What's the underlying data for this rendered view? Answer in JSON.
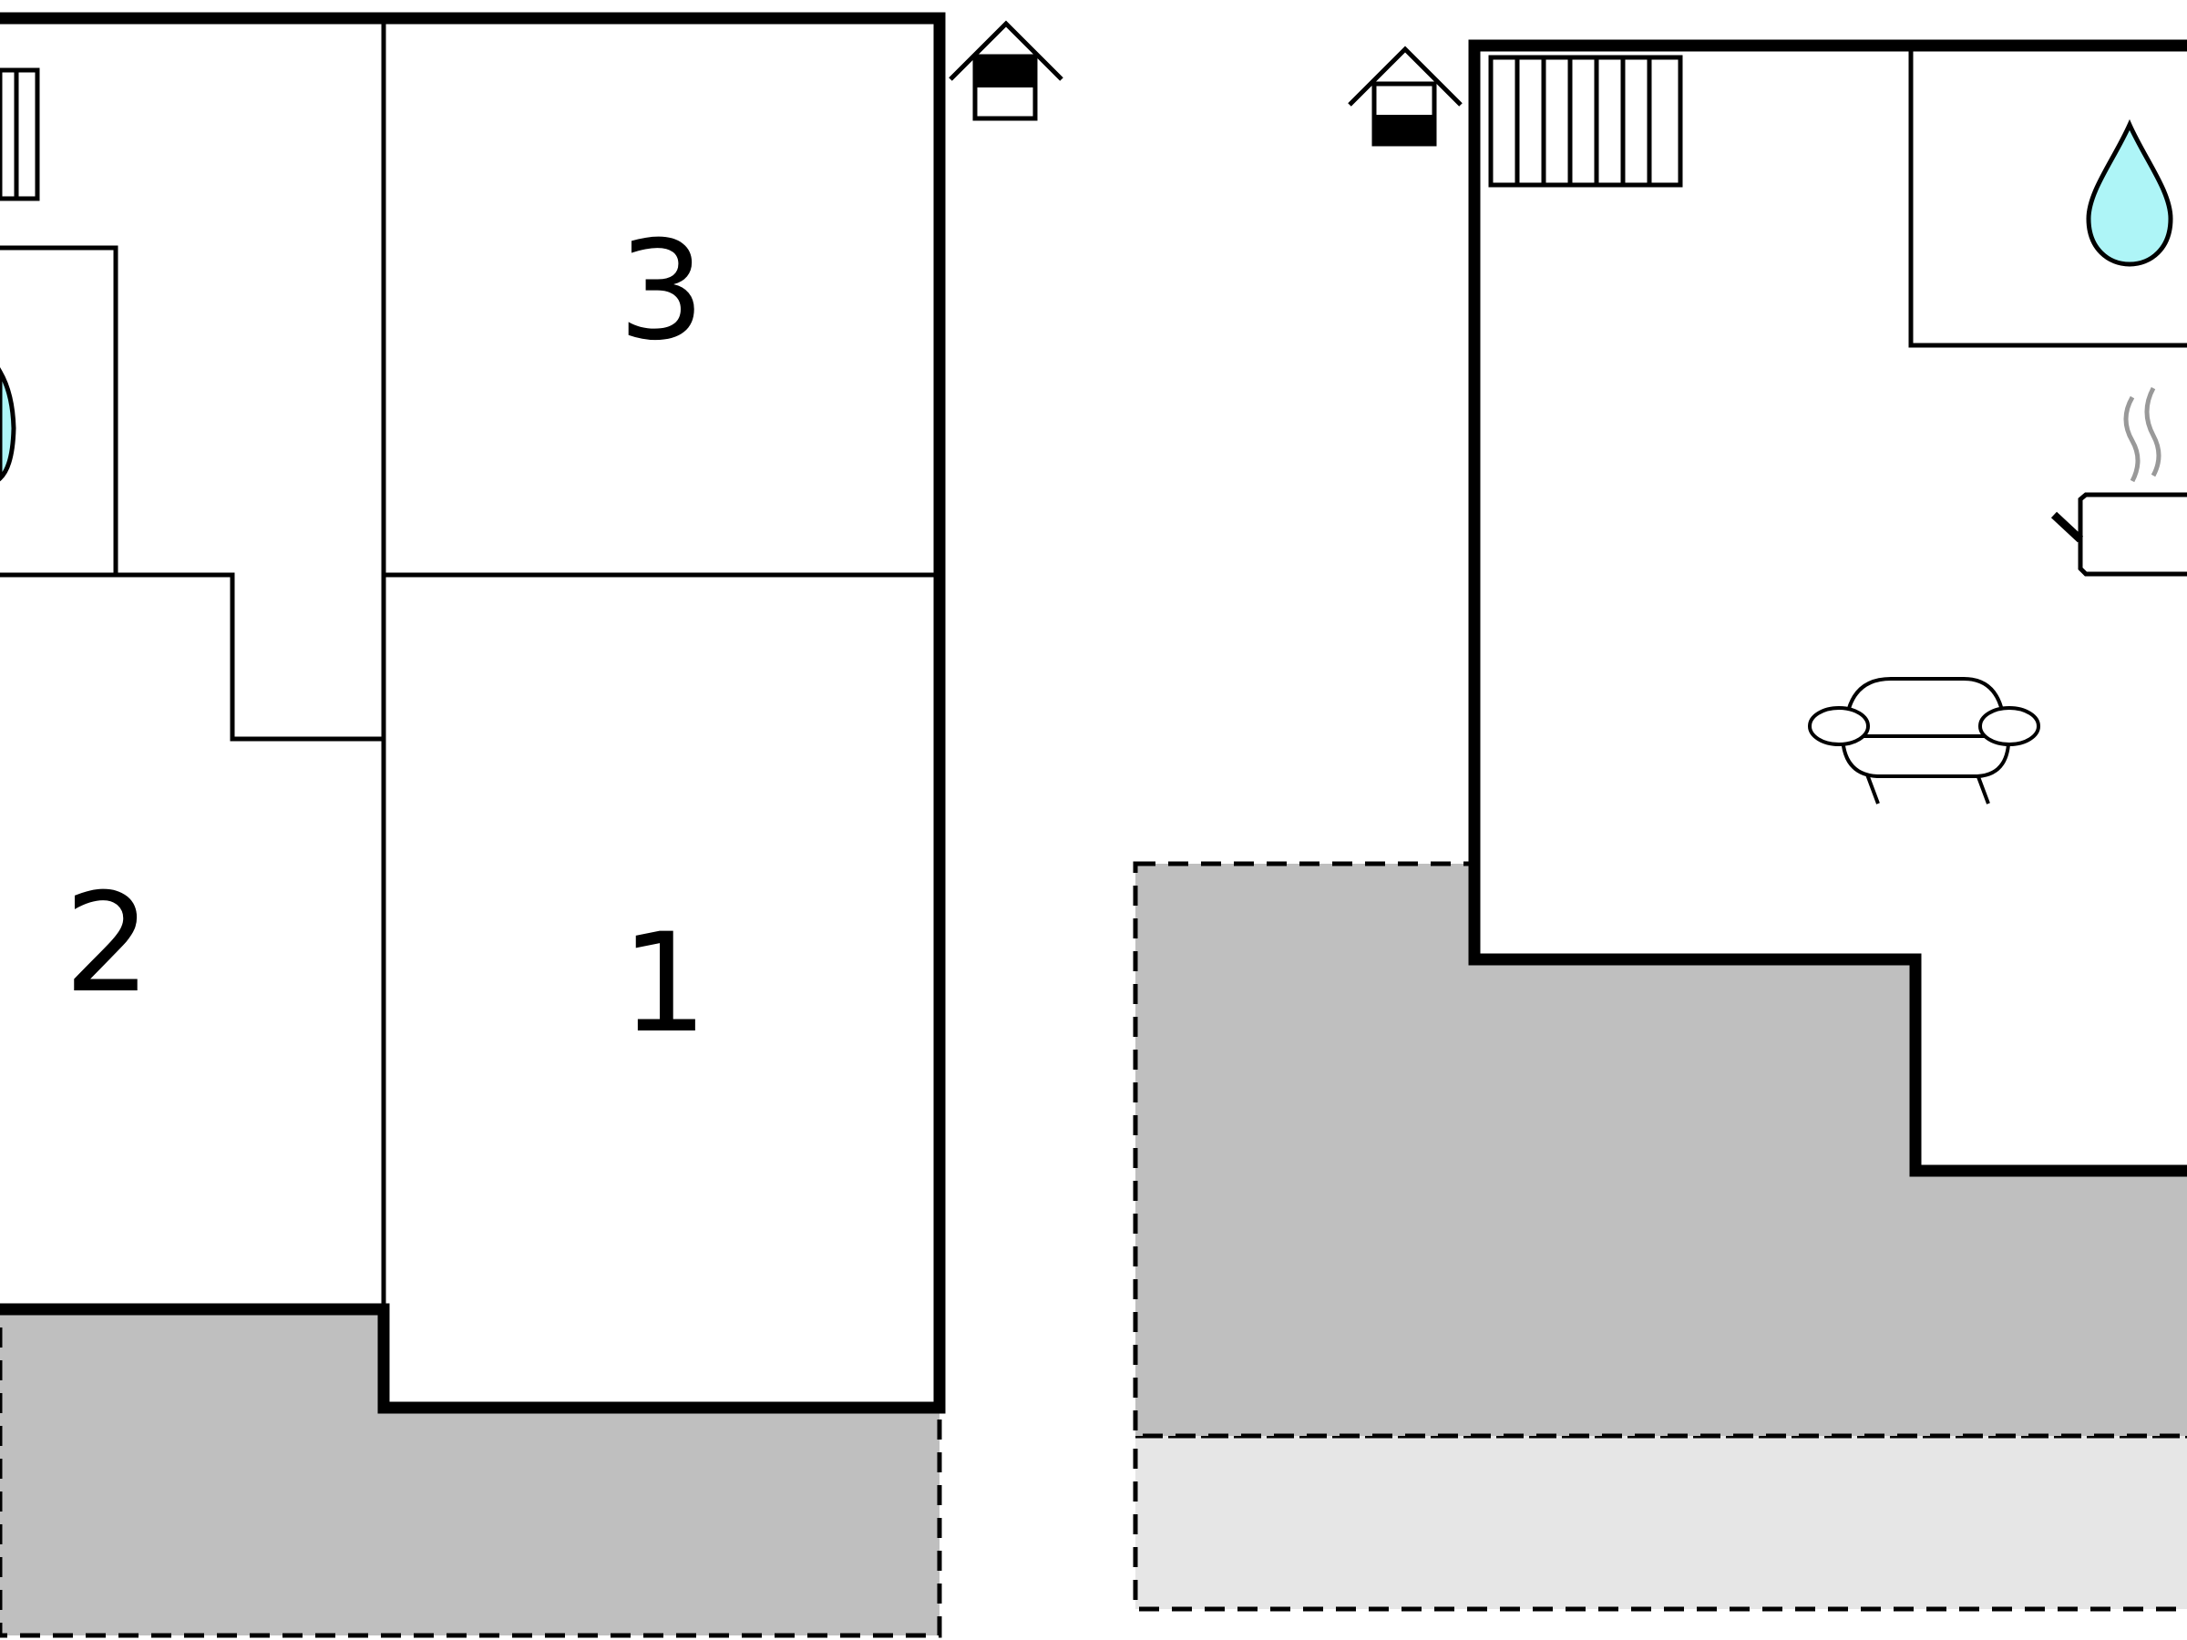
{
  "floor_plan": {
    "rooms": [
      {
        "label": "3"
      },
      {
        "label": "2"
      },
      {
        "label": "1"
      }
    ],
    "icons": [
      "entrance-house-icon",
      "entrance-house-icon",
      "water-drop-icon",
      "water-drop-icon",
      "staircase-icon",
      "staircase-icon",
      "kitchen-pot-icon",
      "armchair-icon"
    ],
    "colors": {
      "wall": "#000000",
      "terrace": "#bfbfbf",
      "terrace_light": "#e6e6e6",
      "water": "#aef5f7",
      "steam": "#999999",
      "background": "#ffffff"
    }
  }
}
